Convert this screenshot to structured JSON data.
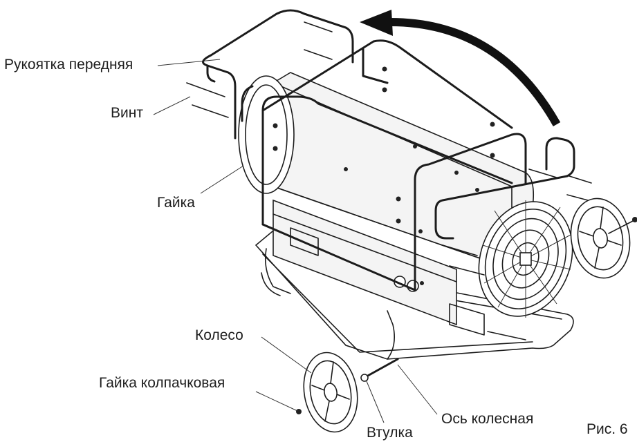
{
  "labels": {
    "front_handle": "Рукоятка передняя",
    "screw": "Винт",
    "nut": "Гайка",
    "wheel": "Колесо",
    "cap_nut": "Гайка колпачковая",
    "bushing": "Втулка",
    "wheel_axle": "Ось колесная",
    "figure": "Рис. 6"
  }
}
